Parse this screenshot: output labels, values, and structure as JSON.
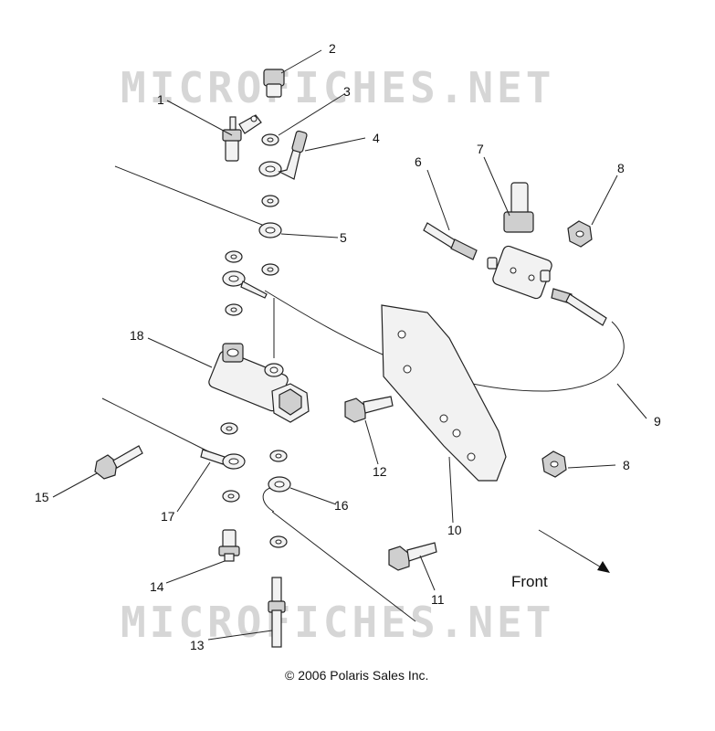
{
  "watermark": {
    "top": "MICROFICHES.NET",
    "bottom": "MICROFICHES.NET"
  },
  "callouts": {
    "c1": "1",
    "c2": "2",
    "c3": "3",
    "c4": "4",
    "c5": "5",
    "c6": "6",
    "c7": "7",
    "c8a": "8",
    "c8b": "8",
    "c9": "9",
    "c10": "10",
    "c11": "11",
    "c12": "12",
    "c13": "13",
    "c14": "14",
    "c15": "15",
    "c16": "16",
    "c17": "17",
    "c18": "18"
  },
  "direction_label": "Front",
  "copyright": "© 2006 Polaris Sales Inc."
}
